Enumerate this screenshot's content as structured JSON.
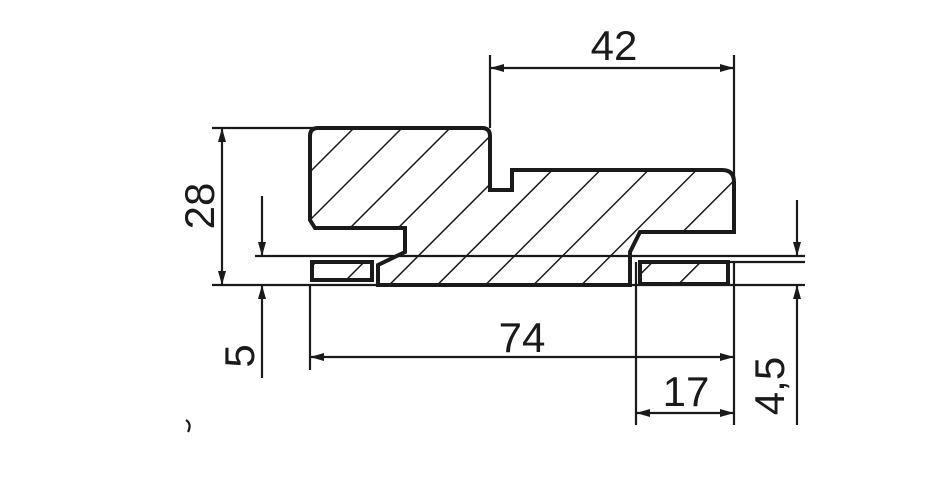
{
  "drawing": {
    "dimensions": {
      "top_width": "42",
      "height": "28",
      "left_gap": "5",
      "total_width": "74",
      "right_step": "17",
      "right_gap": "4,5"
    },
    "colors": {
      "ink": "#1a1a1a",
      "background": "#ffffff"
    }
  }
}
